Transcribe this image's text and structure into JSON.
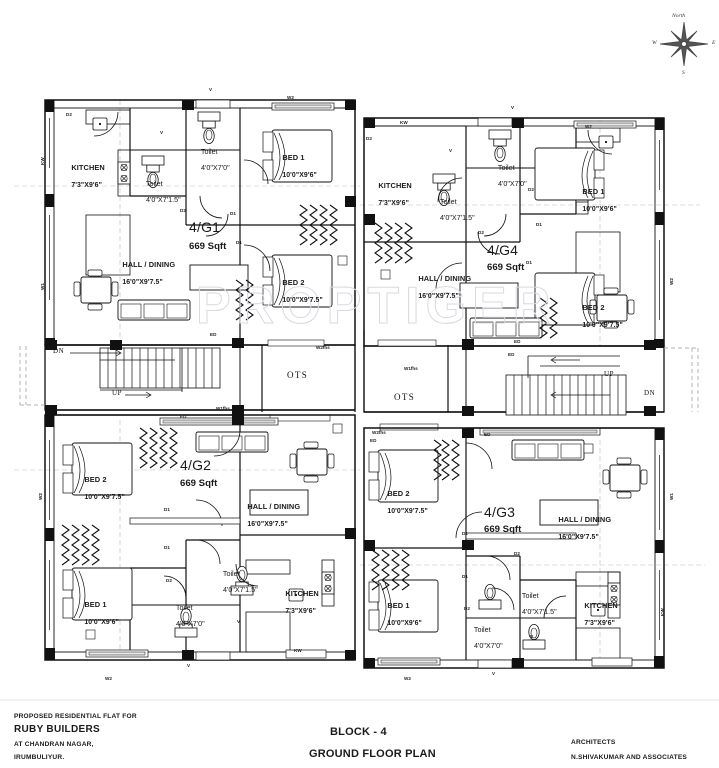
{
  "document": {
    "title": "BLOCK - 4",
    "subtitle": "GROUND FLOOR PLAN",
    "watermark": "PROPTIGER"
  },
  "footer": {
    "proposed_label": "PROPOSED RESIDENTIAL FLAT FOR",
    "builder": "RUBY BUILDERS",
    "address_line1": "AT CHANDRAN NAGAR,",
    "address_line2": "IRUMBULIYUR.",
    "architects_label": "ARCHITECTS",
    "architects_name": "N.SHIVAKUMAR AND ASSOCIATES"
  },
  "compass": {
    "north": "North",
    "east": "E",
    "west": "W",
    "south": "S"
  },
  "units": [
    {
      "id": "4/G1",
      "area": "669 Sqft"
    },
    {
      "id": "4/G4",
      "area": "669 Sqft"
    },
    {
      "id": "4/G2",
      "area": "669 Sqft"
    },
    {
      "id": "4/G3",
      "area": "669 Sqft"
    }
  ],
  "rooms": {
    "kitchen": {
      "name": "KITCHEN",
      "dim": "7'3\"X9'6\""
    },
    "bed1": {
      "name": "BED 1",
      "dim": "10'0\"X9'6\""
    },
    "bed2": {
      "name": "BED 2",
      "dim": "10'0\"X9'7.5\""
    },
    "hall": {
      "name": "HALL / DINING",
      "dim": "16'0\"X9'7.5\""
    },
    "toilet_a": {
      "name": "Toilet",
      "dim": "4'0\"X7'1.5\""
    },
    "toilet_b": {
      "name": "Toilet",
      "dim": "4'0\"X7'0\""
    }
  },
  "annotations": {
    "ots": "OTS",
    "up": "UP",
    "dn": "DN",
    "ed": "ED",
    "d1": "D1",
    "d2": "D2",
    "v": "V",
    "kw": "KW",
    "w1": "W1",
    "w2": "W2",
    "w1fhs": "W1fhs",
    "w2fhs": "W2fhs"
  }
}
